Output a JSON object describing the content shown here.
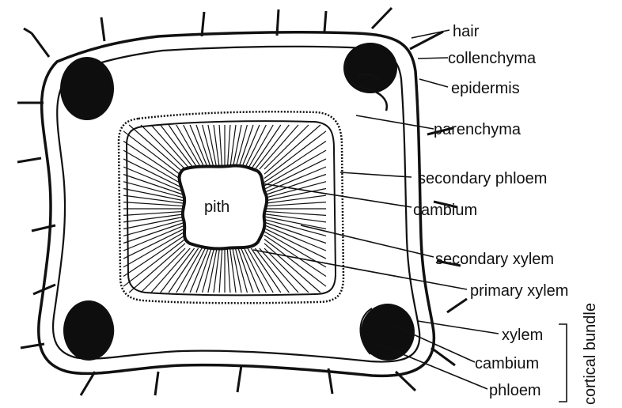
{
  "labels": {
    "hair": "hair",
    "collenchyma": "collenchyma",
    "epidermis": "epidermis",
    "parenchyma": "parenchyma",
    "secondary_phloem": "secondary phloem",
    "cambium": "cambium",
    "pith": "pith",
    "secondary_xylem": "secondary xylem",
    "primary_xylem": "primary xylem",
    "bundle_xylem": "xylem",
    "bundle_cambium": "cambium",
    "bundle_phloem": "phloem",
    "cortical_bundle": "cortical bundle"
  }
}
